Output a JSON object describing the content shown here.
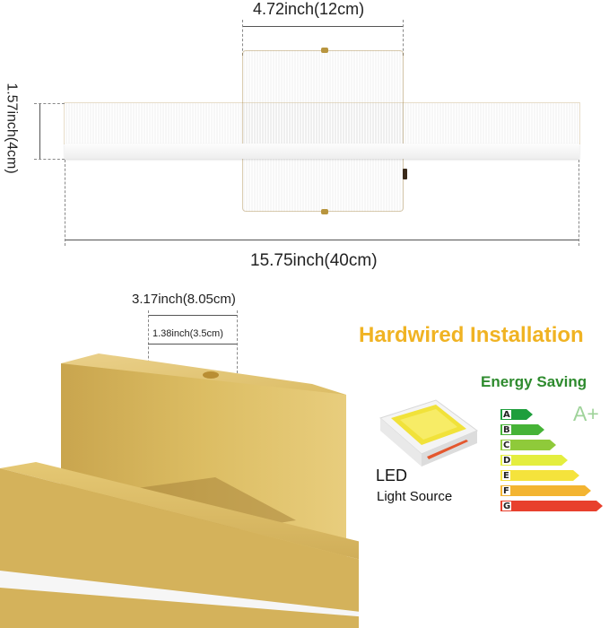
{
  "top_view": {
    "plate_width_label": "4.72inch(12cm)",
    "height_label": "1.57inch(4cm)",
    "length_label": "15.75inch(40cm)"
  },
  "side_view": {
    "depth_label": "3.17inch(8.05cm)",
    "inner_label": "1.38inch(3.5cm)"
  },
  "install_title": "Hardwired Installation",
  "energy": {
    "title": "Energy Saving",
    "rating_badge": "A+",
    "ratings": [
      {
        "label": "A",
        "color": "#1e9e3c"
      },
      {
        "label": "B",
        "color": "#46b337"
      },
      {
        "label": "C",
        "color": "#8fca3a"
      },
      {
        "label": "D",
        "color": "#e4ee3f"
      },
      {
        "label": "E",
        "color": "#f5e33c"
      },
      {
        "label": "F",
        "color": "#f3b431"
      },
      {
        "label": "G",
        "color": "#e8402d"
      }
    ]
  },
  "led": {
    "line1": "LED",
    "line2": "Light Source"
  },
  "colors": {
    "gold": "#d9b85a",
    "install_title": "#f0b323",
    "energy_title": "#2e8b2e"
  }
}
